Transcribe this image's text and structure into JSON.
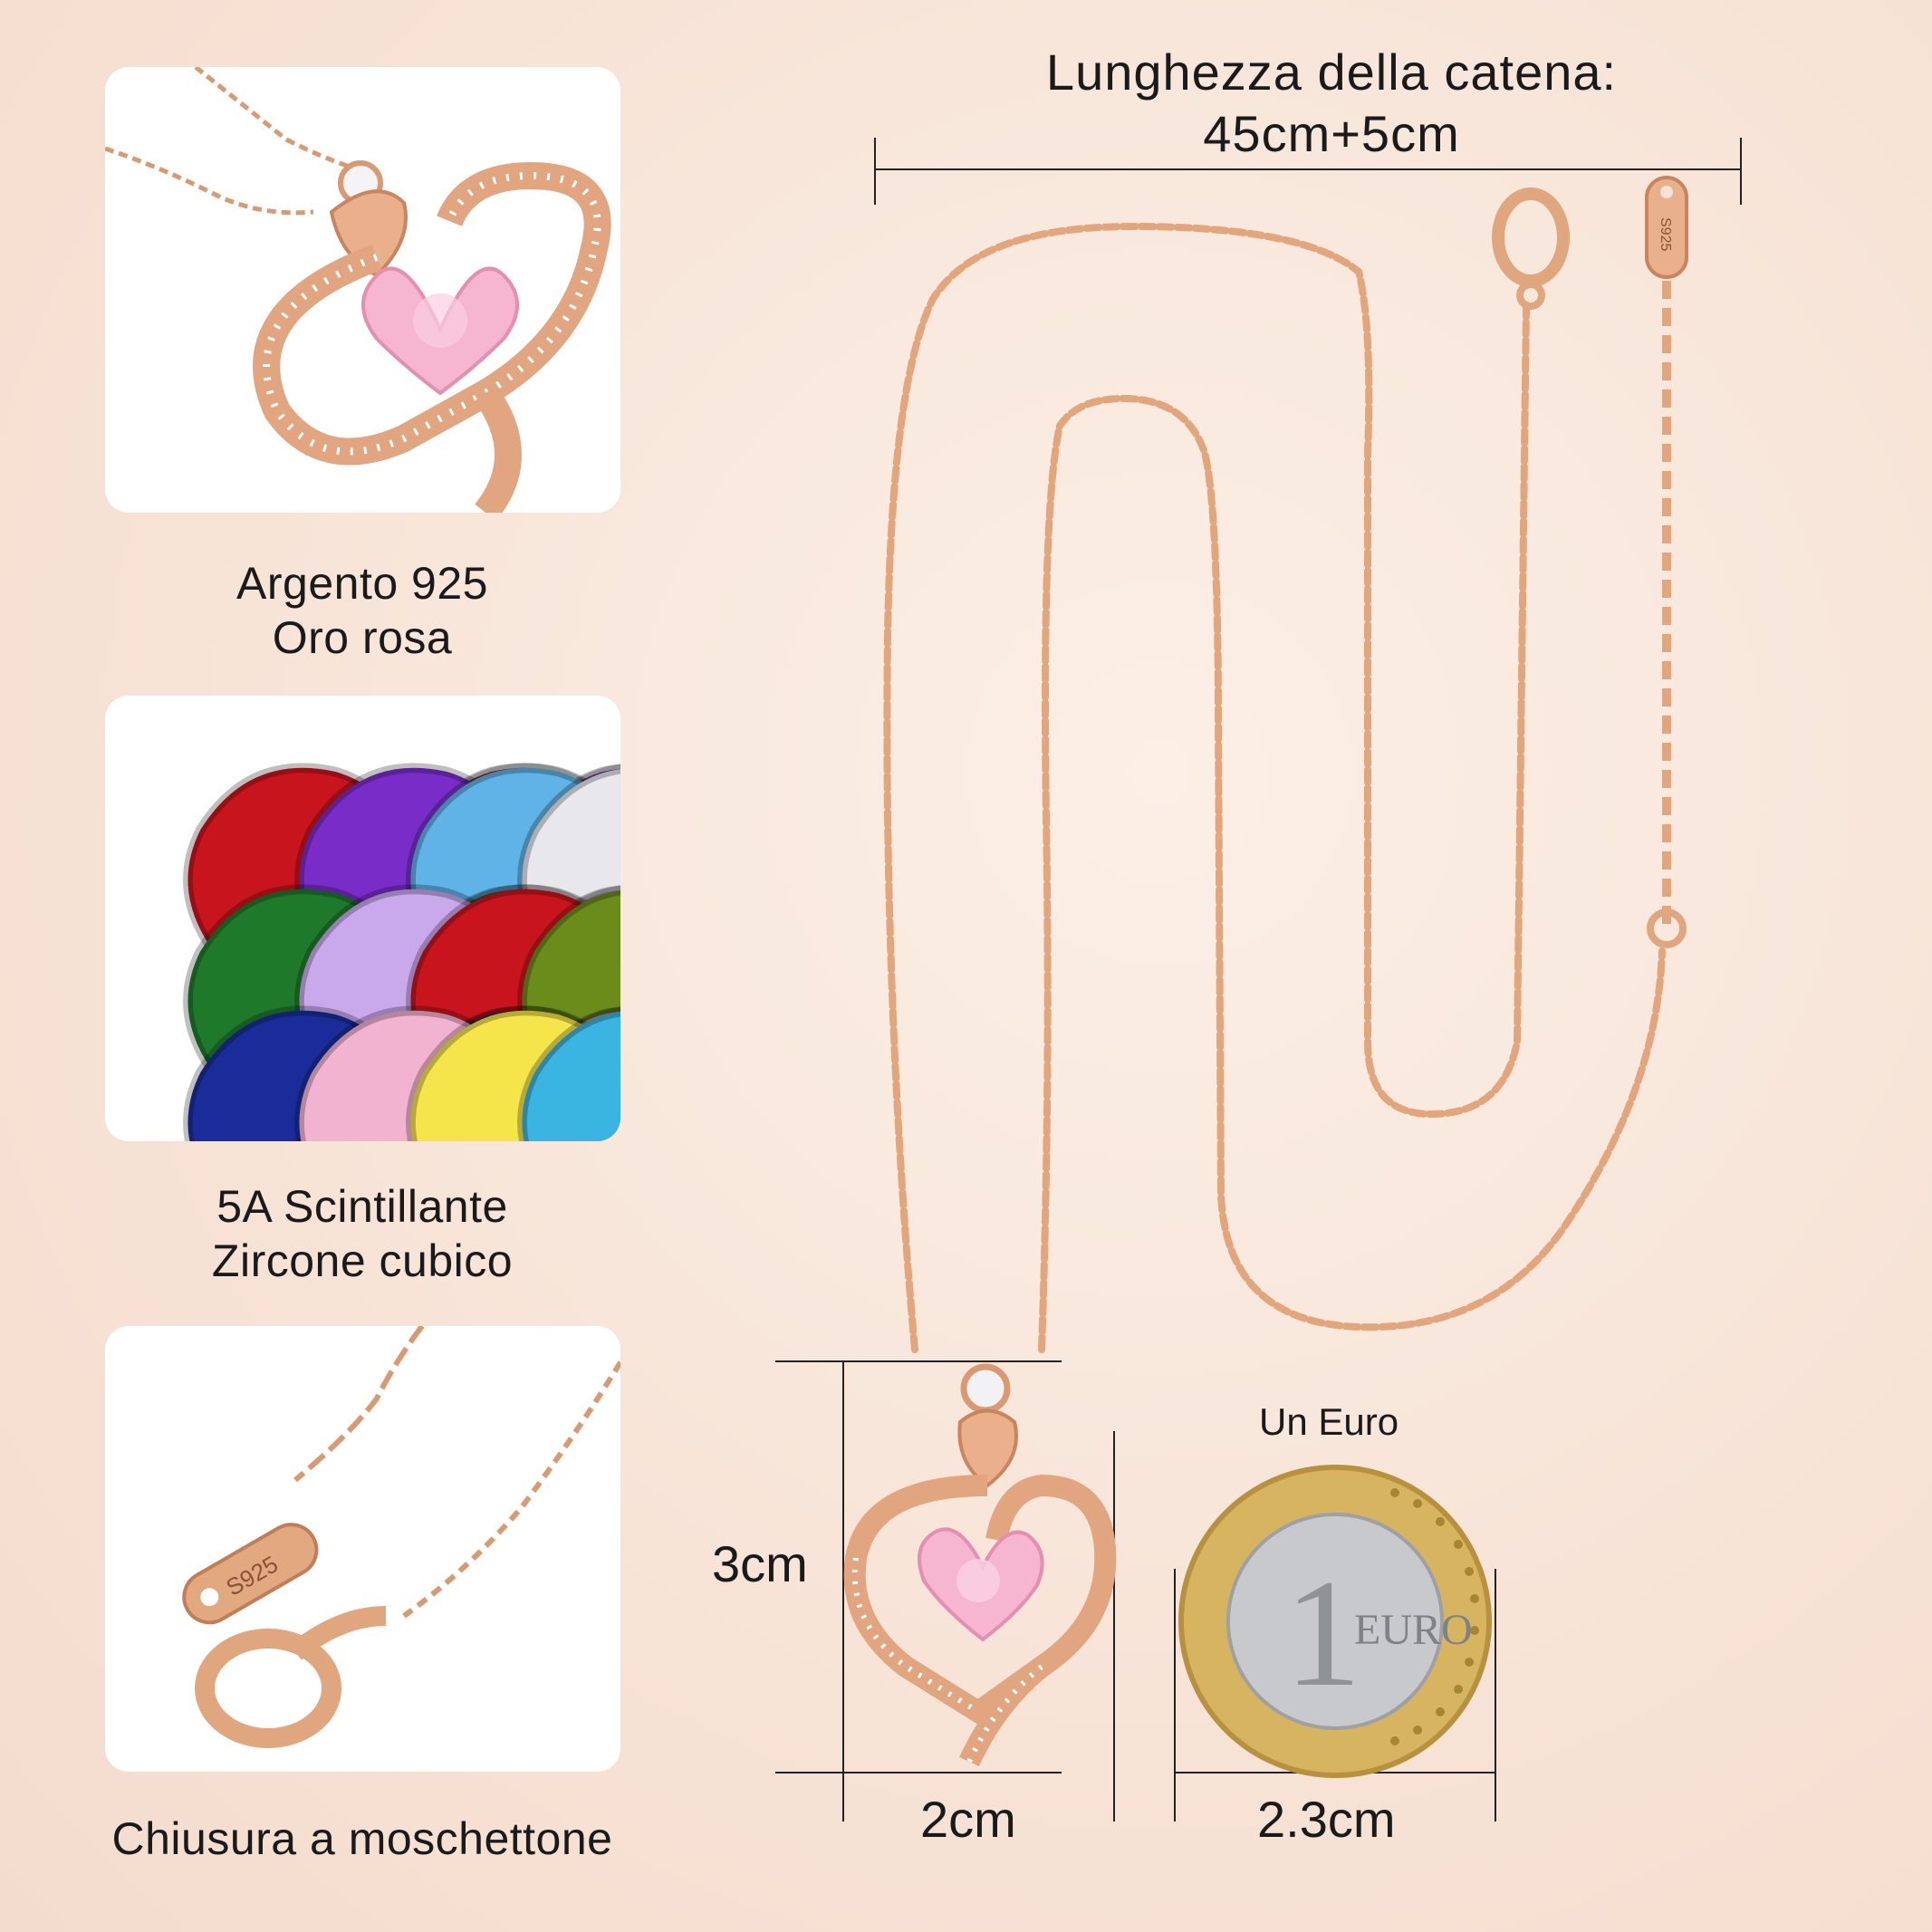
{
  "chain_length": {
    "title": "Lunghezza della catena:",
    "value": "45cm+5cm"
  },
  "features": [
    {
      "line1": "Argento 925",
      "line2": "Oro rosa"
    },
    {
      "line1": "5A Scintillante",
      "line2": "Zircone cubico"
    },
    {
      "line1": "Chiusura a moschettone"
    }
  ],
  "dimensions": {
    "pendant_height": "3cm",
    "pendant_width": "2cm",
    "coin_label": "Un Euro",
    "coin_width": "2.3cm"
  },
  "stamp": "S925",
  "coin_text": "EURO",
  "coin_digit": "1",
  "gem_colors": [
    "#c8141c",
    "#7a2cc8",
    "#5fb3e6",
    "#e8e8ec",
    "#1e7a2a",
    "#c9a9ec",
    "#c8141c",
    "#6a8c1a",
    "#1a2c9a",
    "#f2b3d0",
    "#f5e44a",
    "#3ab4e0"
  ],
  "colors": {
    "background": "#f7e3d6",
    "rose_gold": "#e0a77f",
    "pink_stone": "#f6b6cf"
  }
}
